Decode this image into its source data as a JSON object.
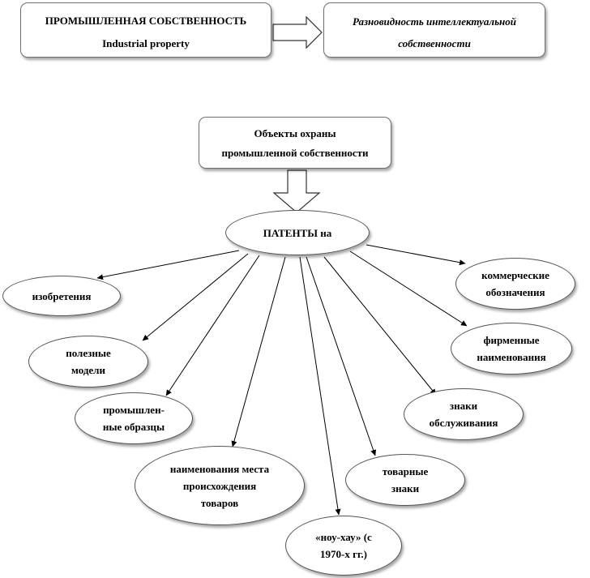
{
  "industrial_property": {
    "line1": "ПРОМЫШЛЕННАЯ СОБСТВЕННОСТЬ",
    "line2": "Industrial property"
  },
  "ip_variety": {
    "line1": "Разновидность интеллектуальной",
    "line2": "собственности"
  },
  "protected_objects": {
    "line1": "Объекты охраны",
    "line2": "промышленной собственности"
  },
  "patents": {
    "label": "ПАТЕНТЫ на"
  },
  "objects": {
    "inventions": {
      "line1": "изобретения"
    },
    "utility_models": {
      "line1": "полезные",
      "line2": "модели"
    },
    "industrial_designs": {
      "line1": "промышлен-",
      "line2": "ные образцы"
    },
    "appellations_of_origin": {
      "line1": "наименования места",
      "line2": "происхождения",
      "line3": "товаров"
    },
    "know_how": {
      "line1": "«ноу-хау» (с",
      "line2": "1970-х гг.)"
    },
    "trademarks": {
      "line1": "товарные",
      "line2": "знаки"
    },
    "service_marks": {
      "line1": "знаки",
      "line2": "обслуживания"
    },
    "trade_names": {
      "line1": "фирменные",
      "line2": "наименования"
    },
    "commercial_designations": {
      "line1": "коммерческие",
      "line2": "обозначения"
    }
  }
}
